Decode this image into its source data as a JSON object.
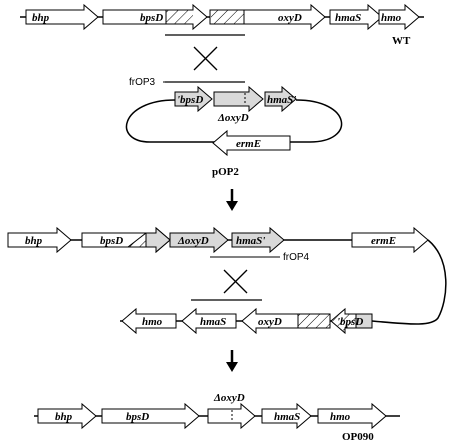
{
  "wt_row": {
    "genes": [
      "bhp",
      "bpsD",
      "oxyD",
      "hmaS",
      "hmo"
    ],
    "strain_label": "WT"
  },
  "plasmid": {
    "primer_label": "frOP3",
    "genes": [
      "'bpsD",
      "hmaS'",
      "ermE"
    ],
    "deletion_label": "ΔoxyD",
    "name": "pOP2"
  },
  "integration": {
    "genes": [
      "bhp",
      "bpsD",
      "ΔoxyD",
      "hmaS'",
      "ermE"
    ],
    "primer_label": "frOP4",
    "lower_genes": [
      "hmo",
      "hmaS",
      "oxyD",
      "'bpsD"
    ]
  },
  "mutant_row": {
    "genes": [
      "bhp",
      "bpsD",
      "hmaS",
      "hmo"
    ],
    "deletion_label": "ΔoxyD",
    "strain_label": "OP090"
  },
  "colors": {
    "stroke": "#000000",
    "fill_white": "#ffffff",
    "fill_gray": "#d9d9d9",
    "hatch": "#000000"
  }
}
